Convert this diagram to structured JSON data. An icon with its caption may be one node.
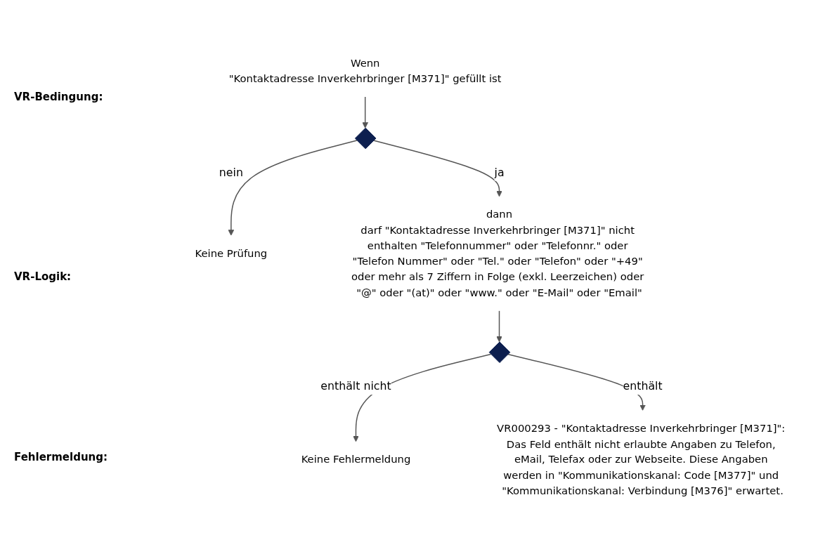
{
  "diagram": {
    "nodes": [
      {
        "text": [
          "Wenn",
          "\"Kontaktadresse Inverkehrbringer [M371]\" gefüllt ist"
        ]
      },
      {
        "text": [],
        "shape": "diamond"
      },
      {
        "text": [
          "Keine Prüfung"
        ]
      },
      {
        "text": [
          "dann",
          "darf \"Kontaktadresse Inverkehrbringer [M371]\" nicht enthalten \"Telefonnummer\" oder \"Telefonnr.\" oder \"Telefon Nummer\" oder \"Tel.\" oder \"Telefon\" oder \"+49\" oder mehr als 7 Ziffern in Folge (exkl. Leerzeichen) oder \"@\" oder \"(at)\" oder \"www.\" oder \"E-Mail\" oder \"Email\""
        ]
      },
      {
        "text": [],
        "shape": "diamond"
      },
      {
        "text": [
          "Keine Fehlermeldung"
        ]
      },
      {
        "text": [
          "VR000293 - \"Kontaktadresse Inverkehrbringer [M371]\": Das Feld enthält nicht erlaubte Angaben zu Telefon, eMail, Telefax oder zur Webseite. Diese Angaben werden in \"Kommunikationskanal: Code [M377]\" und \"Kommunikationskanal: Verbindung [M376]\" erwartet."
        ]
      }
    ],
    "edges": [
      {
        "from": 0,
        "to": 1,
        "arrow": "to"
      },
      {
        "from": 1,
        "to": 2,
        "arrow": "to",
        "label": "nein"
      },
      {
        "from": 1,
        "to": 3,
        "arrow": "to",
        "label": "ja"
      },
      {
        "from": 3,
        "to": 4,
        "arrow": "to"
      },
      {
        "from": 4,
        "to": 5,
        "arrow": "to",
        "label": "enthält nicht"
      },
      {
        "from": 4,
        "to": 6,
        "arrow": "to",
        "label": "enthält"
      }
    ],
    "labels": [
      "VR-Bedingung:",
      "VR-Logik:",
      "Fehlermeldung:"
    ]
  }
}
